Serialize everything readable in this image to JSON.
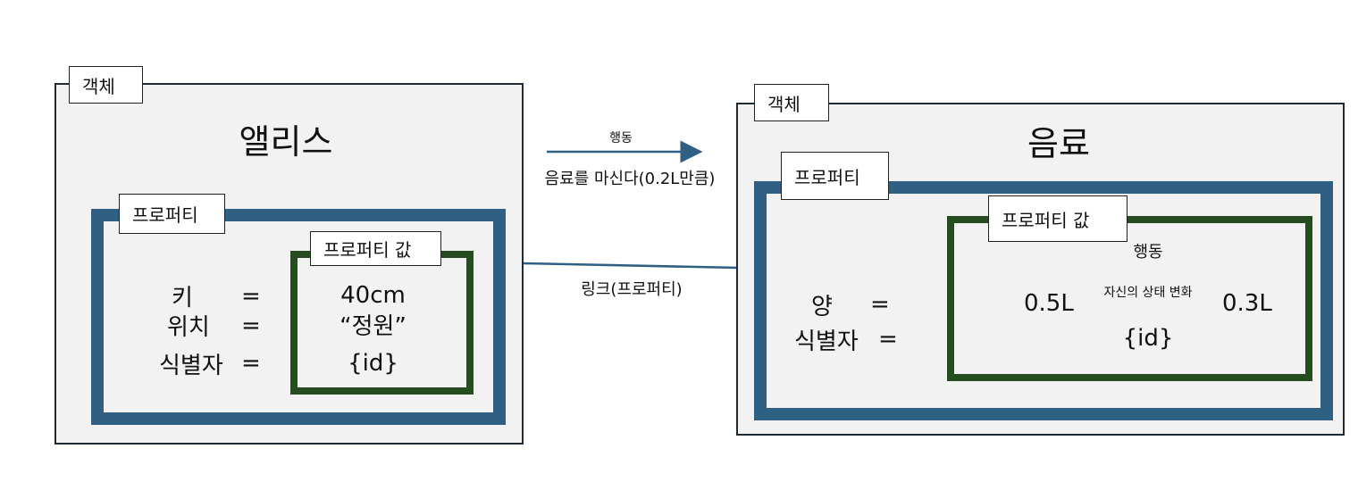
{
  "colors": {
    "object_border": "#1f2a33",
    "object_fill": "#f2f2f2",
    "property_border": "#2f5f82",
    "value_border": "#264d1f",
    "arrow": "#2f5f82"
  },
  "left": {
    "object_tag": "객체",
    "title": "앨리스",
    "property_tag": "프로퍼티",
    "value_tag": "프로퍼티 값",
    "keys": [
      "키",
      "위치",
      "식별자"
    ],
    "equals": [
      "=",
      "=",
      "="
    ],
    "values": [
      "40cm",
      "“정원”",
      "{id}"
    ]
  },
  "middle": {
    "action_label": "행동",
    "action_text": "음료를 마신다(0.2L만큼)",
    "link_text": "링크(프로퍼티)"
  },
  "right": {
    "object_tag": "객체",
    "title": "음료",
    "property_tag": "프로퍼티",
    "value_tag": "프로퍼티 값",
    "keys": [
      "양",
      "식별자"
    ],
    "equals": [
      "=",
      "="
    ],
    "value_from": "0.5L",
    "value_to": "0.3L",
    "inner_action_label": "행동",
    "inner_action_text": "자신의 상태 변화",
    "id_value": "{id}"
  }
}
